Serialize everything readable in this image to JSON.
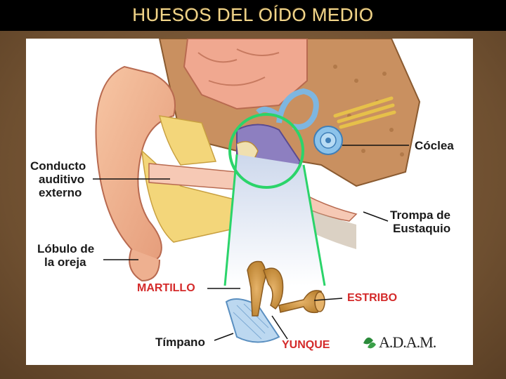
{
  "slide": {
    "title": "HUESOS DEL OÍDO MEDIO"
  },
  "diagram": {
    "labels": {
      "conducto_auditivo": [
        "Conducto",
        "auditivo",
        "externo"
      ],
      "lobulo": [
        "Lóbulo de",
        "la oreja"
      ],
      "coclea": "Cóclea",
      "trompa": [
        "Trompa de",
        "Eustaquio"
      ],
      "martillo": "MARTILLO",
      "estribo": "ESTRIBO",
      "timpano": "Tímpano",
      "yunque": "YUNQUE"
    },
    "logo_text": "A.D.A.M.",
    "colors": {
      "highlight_circle": "#2bd46a",
      "red_label": "#d42a2a",
      "title_text": "#f1d58a"
    }
  }
}
